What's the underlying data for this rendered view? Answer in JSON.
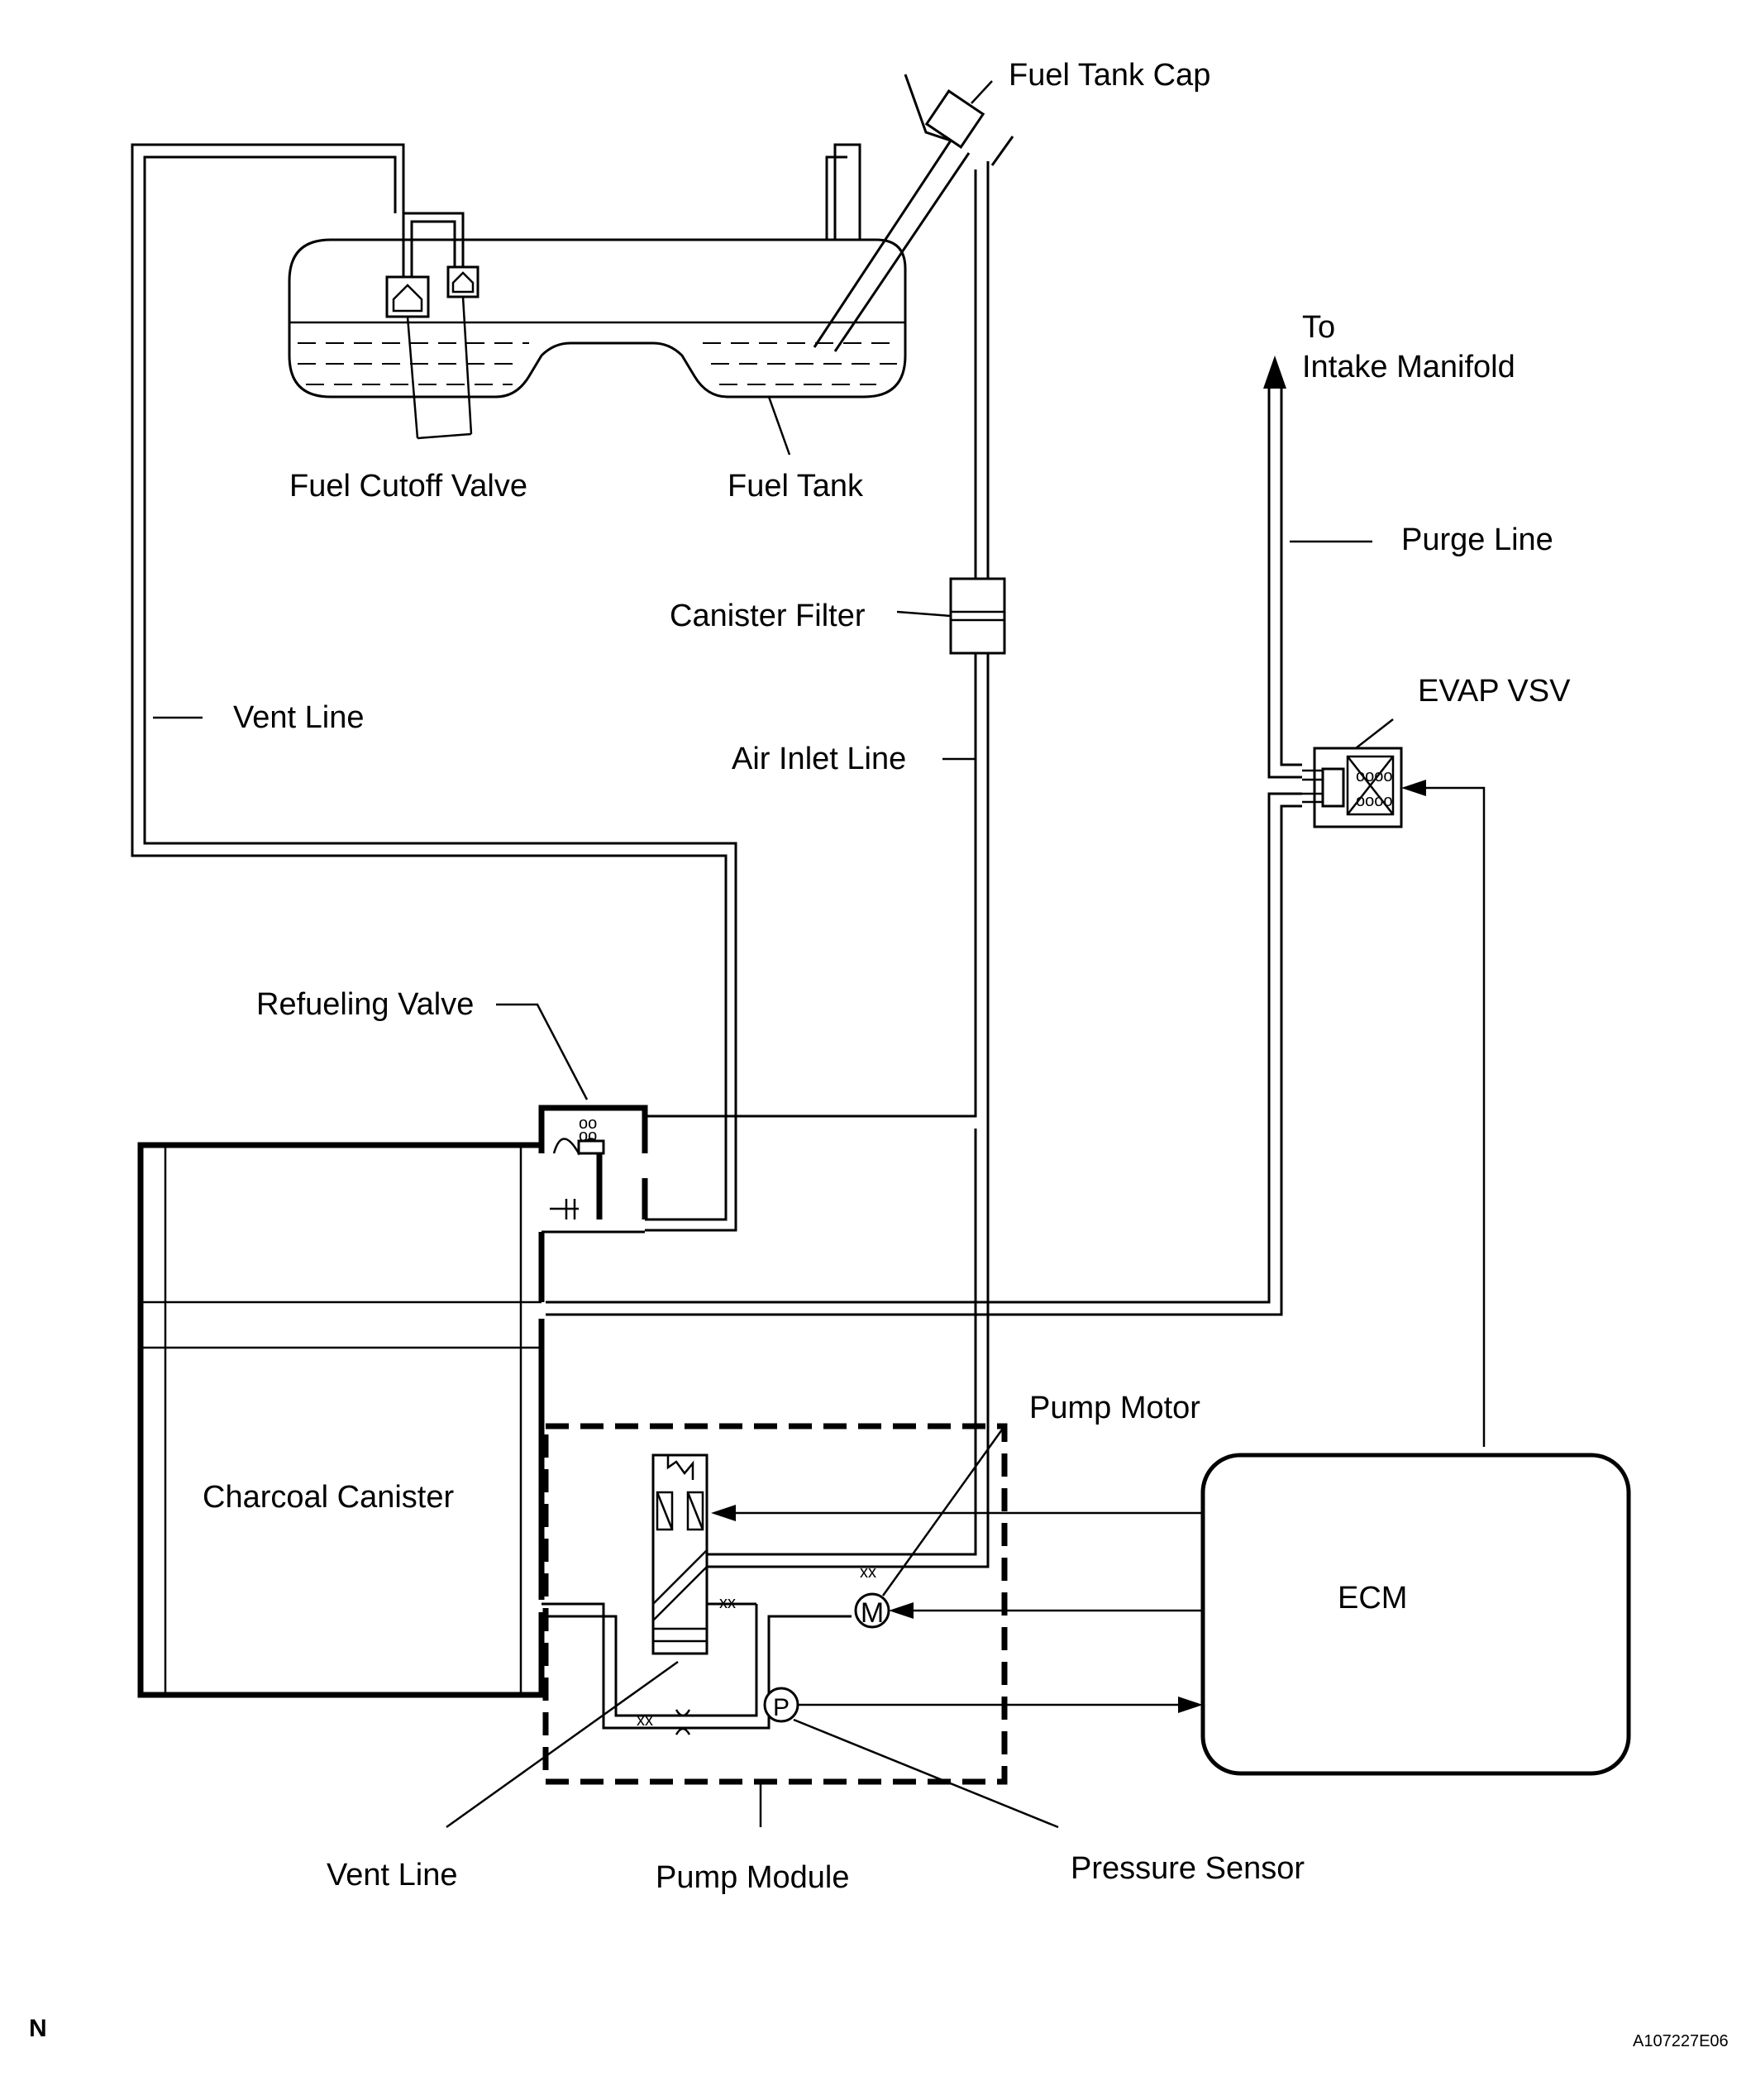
{
  "labels": {
    "fuel_tank_cap": "Fuel Tank Cap",
    "to": "To",
    "intake_manifold": "Intake Manifold",
    "fuel_cutoff_valve": "Fuel Cutoff Valve",
    "fuel_tank": "Fuel Tank",
    "purge_line": "Purge Line",
    "canister_filter": "Canister Filter",
    "evap_vsv": "EVAP VSV",
    "vent_line_top": "Vent Line",
    "air_inlet_line": "Air Inlet Line",
    "refueling_valve": "Refueling Valve",
    "pump_motor": "Pump Motor",
    "charcoal_canister": "Charcoal Canister",
    "ecm": "ECM",
    "vent_line_bottom": "Vent Line",
    "pump_module": "Pump Module",
    "pressure_sensor": "Pressure Sensor",
    "motor_symbol": "M",
    "pressure_symbol": "P"
  },
  "corner": {
    "left_mark": "N",
    "figure_code": "A107227E06"
  }
}
